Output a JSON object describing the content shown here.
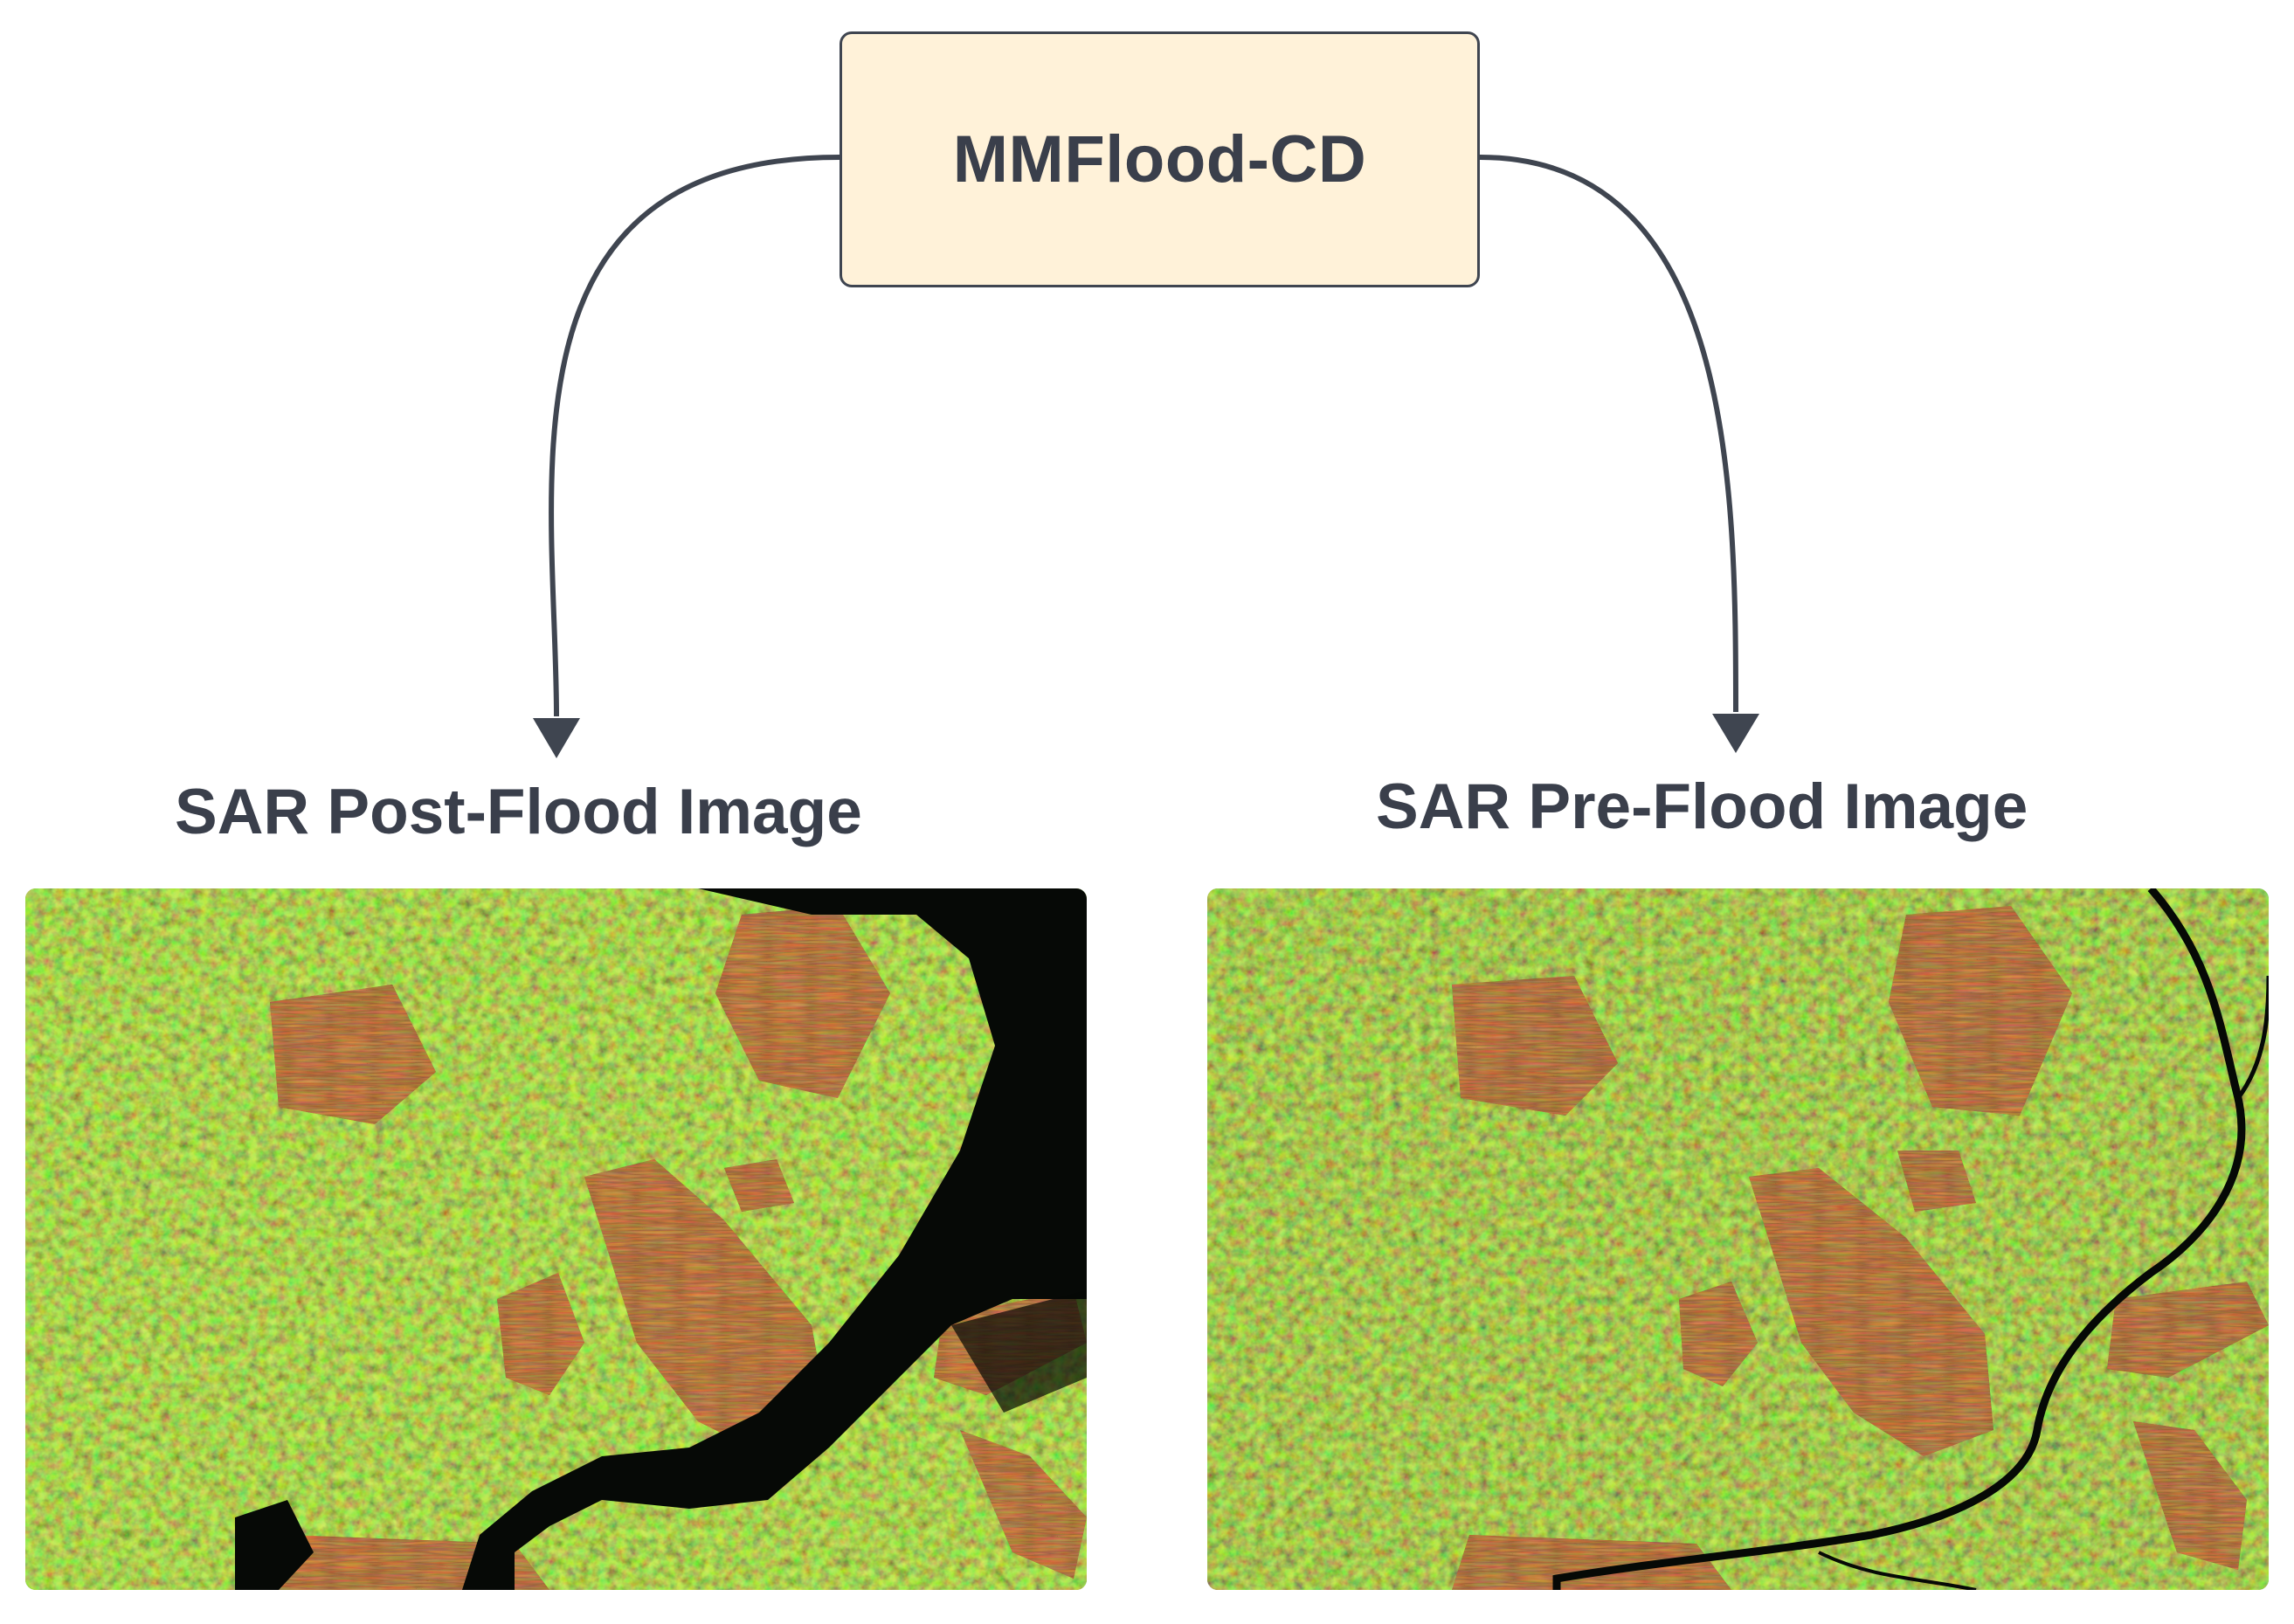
{
  "diagram": {
    "root": {
      "label": "MMFlood-CD"
    },
    "children": [
      {
        "label": "SAR Post-Flood Image",
        "image": "sar-post-flood-satellite-image"
      },
      {
        "label": "SAR Pre-Flood Image",
        "image": "sar-pre-flood-satellite-image"
      }
    ]
  },
  "colors": {
    "node_fill": "#fff2d9",
    "node_border": "#3f4550",
    "text": "#3a3f4b",
    "arrow": "#3f4550",
    "vegetation_green": "#4f8f1e",
    "field_red": "#9a3a1a",
    "water_black": "#050805"
  }
}
